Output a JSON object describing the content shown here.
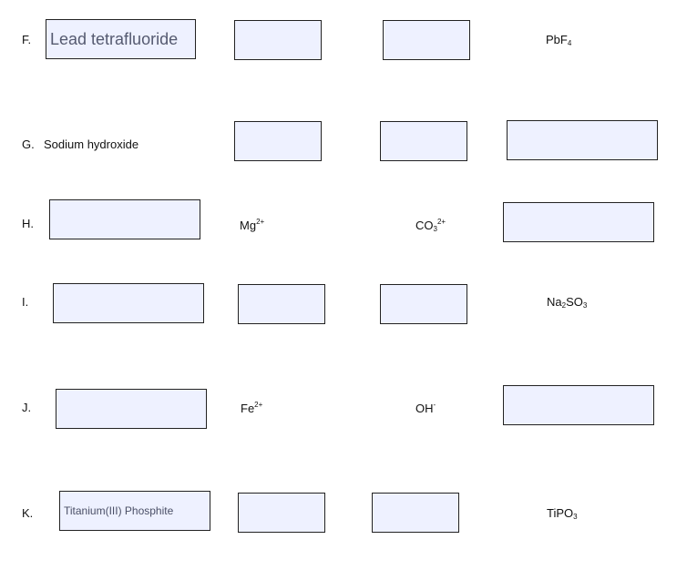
{
  "rows": {
    "F": {
      "label": "F.",
      "name_value": "Lead tetrafluoride",
      "formula": {
        "base": "PbF",
        "sub": "4"
      }
    },
    "G": {
      "label": "G.",
      "name_text": "Sodium hydroxide"
    },
    "H": {
      "label": "H.",
      "cation": {
        "base": "Mg",
        "sup": "2+"
      },
      "anion": {
        "base": "CO",
        "sub": "3",
        "sup": "2+"
      }
    },
    "I": {
      "label": "I.",
      "formula": {
        "a": "Na",
        "a_sub": "2",
        "b": "SO",
        "b_sub": "3"
      }
    },
    "J": {
      "label": "J.",
      "cation": {
        "base": "Fe",
        "sup": "2+"
      },
      "anion": {
        "base": "OH",
        "sup": "-"
      }
    },
    "K": {
      "label": "K.",
      "name_value": "Titanium(III) Phosphite",
      "formula": {
        "base": "TiPO",
        "sub": "3"
      }
    }
  }
}
